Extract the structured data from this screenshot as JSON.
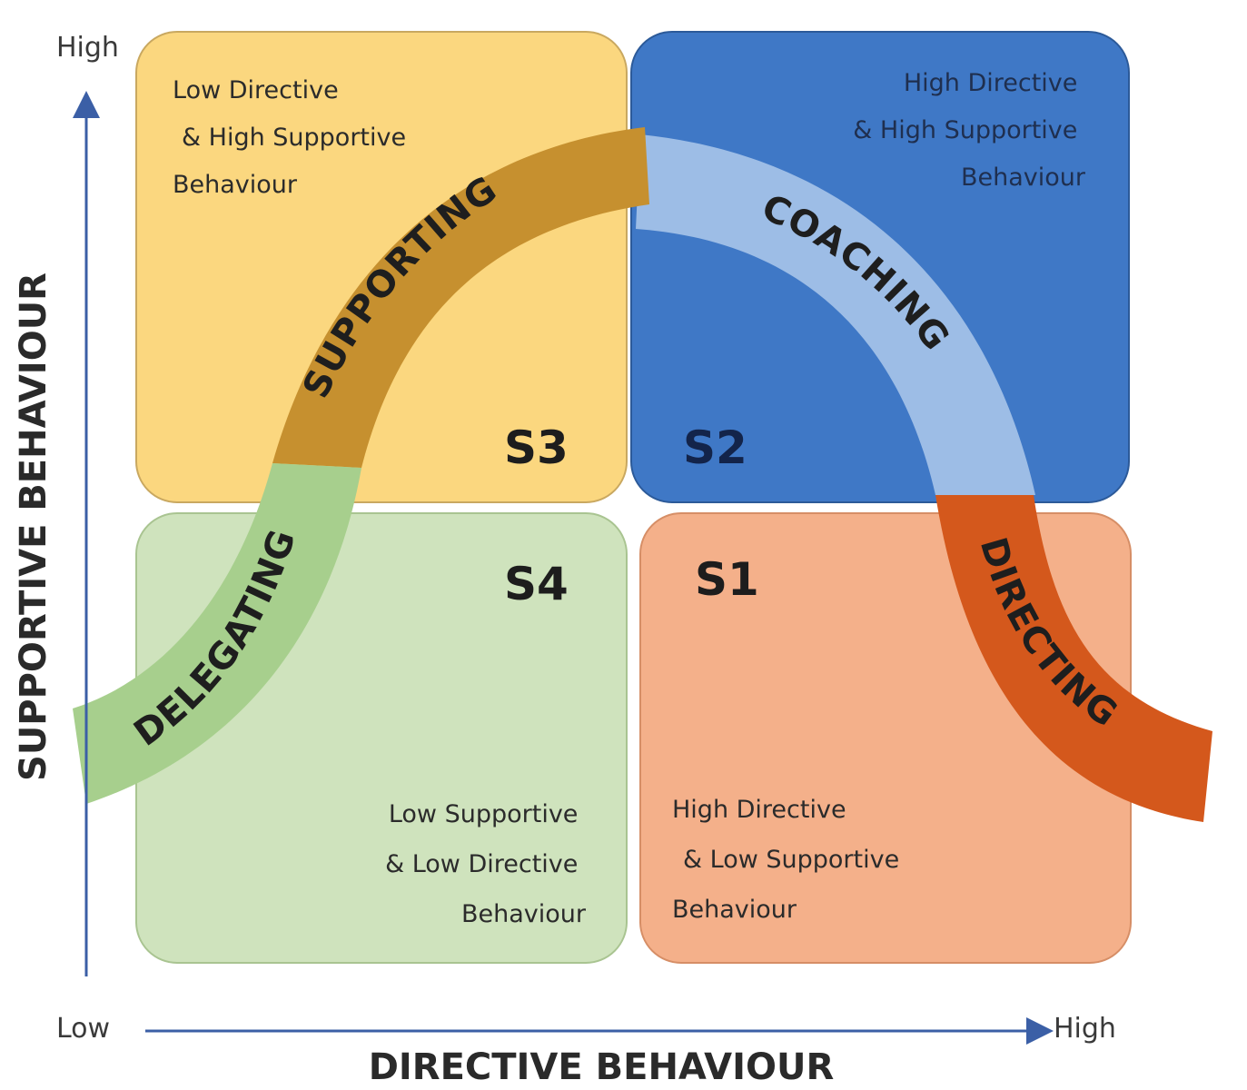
{
  "axes": {
    "y_title": "SUPPORTIVE BEHAVIOUR",
    "y_high": "High",
    "x_title": "DIRECTIVE BEHAVIOUR",
    "x_low": "Low",
    "x_high": "High"
  },
  "quadrants": {
    "s3": {
      "label": "S3",
      "desc_lines": [
        "Low Directive",
        "& High Supportive",
        "Behaviour"
      ],
      "color": "#fbd77f"
    },
    "s2": {
      "label": "S2",
      "desc_lines": [
        "High Directive",
        "& High Supportive",
        "Behaviour"
      ],
      "color": "#3f78c6"
    },
    "s4": {
      "label": "S4",
      "desc_lines": [
        "Low Supportive",
        "& Low Directive",
        "Behaviour"
      ],
      "color": "#cfe3bd"
    },
    "s1": {
      "label": "S1",
      "desc_lines": [
        "High Directive",
        "& Low Supportive",
        "Behaviour"
      ],
      "color": "#f4b08a"
    }
  },
  "styles": {
    "delegating": {
      "label": "DELEGATING",
      "color": "#a7cf8d"
    },
    "supporting": {
      "label": "SUPPORTING",
      "color": "#c6902f"
    },
    "coaching": {
      "label": "COACHING",
      "color": "#9dbde6"
    },
    "directing": {
      "label": "DIRECTING",
      "color": "#d4581c"
    }
  },
  "axis_color": "#3b5fa6"
}
